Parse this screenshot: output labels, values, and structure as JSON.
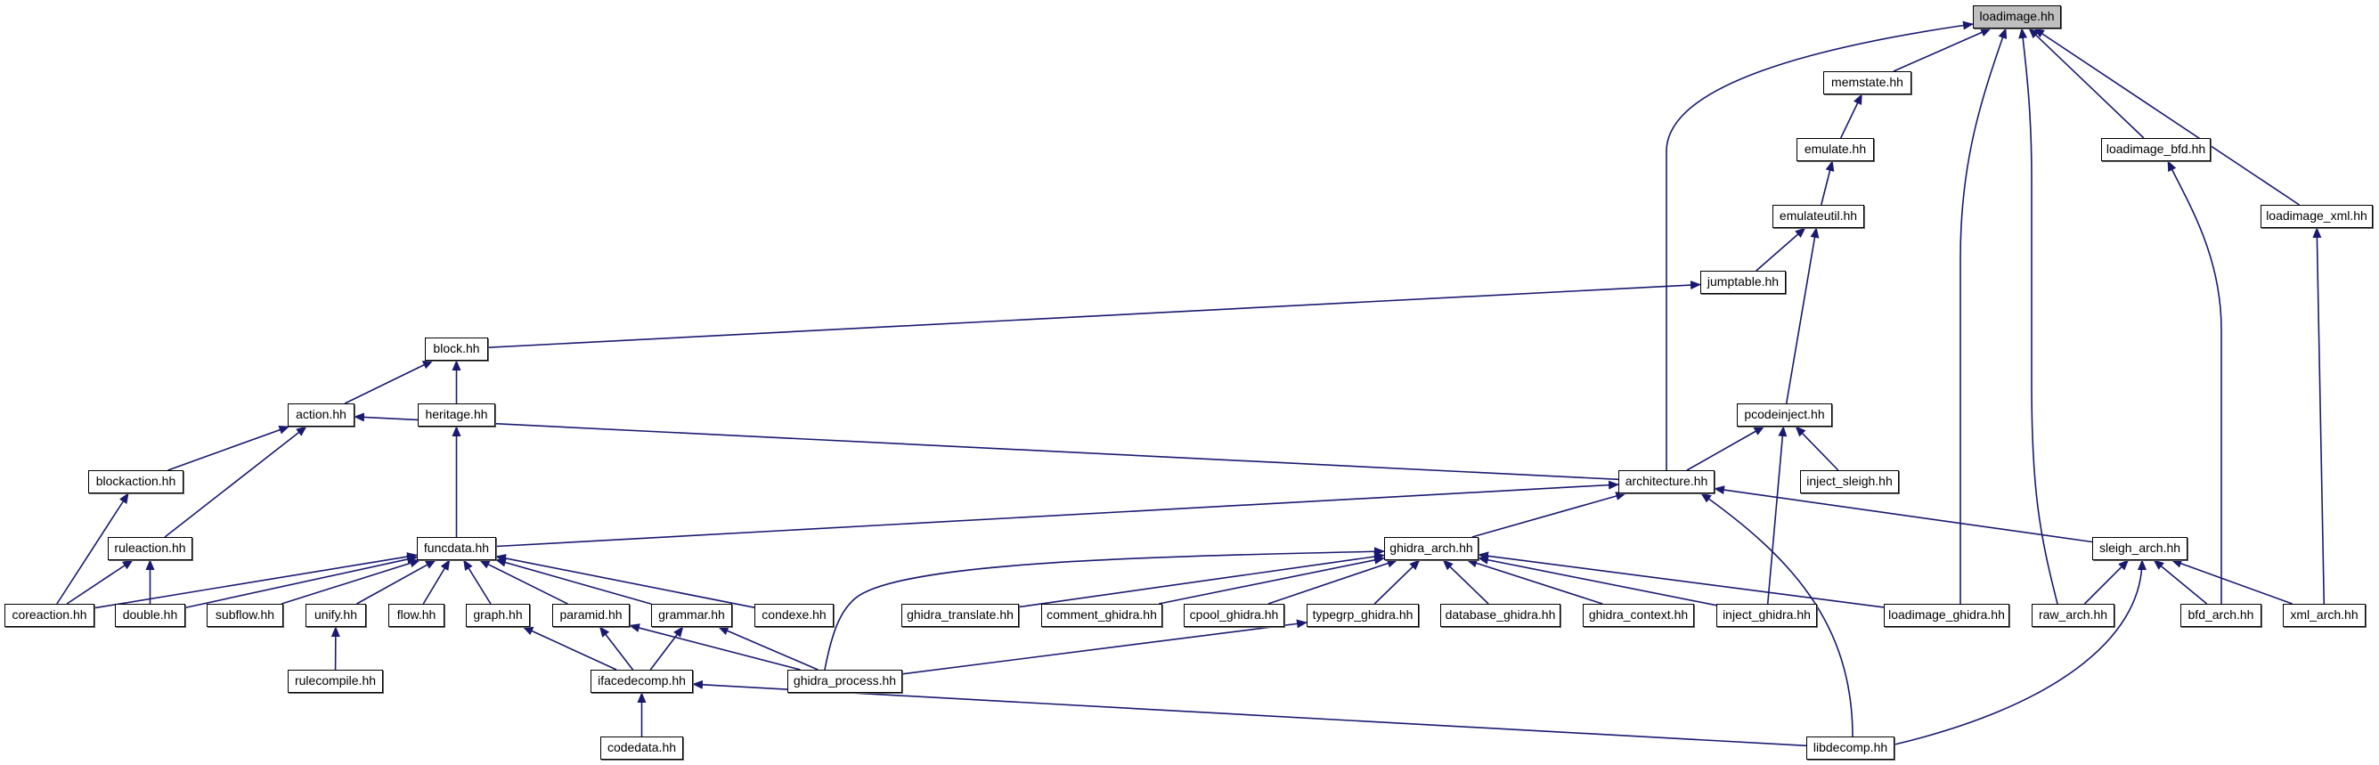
{
  "colors": {
    "edge": "#191970",
    "root_fill": "#bfbfbf",
    "node_fill": "#ffffff",
    "node_border": "#000000"
  },
  "nodes": [
    {
      "id": "loadimage",
      "label": "loadimage.hh",
      "root": true
    },
    {
      "id": "memstate",
      "label": "memstate.hh"
    },
    {
      "id": "emulate",
      "label": "emulate.hh"
    },
    {
      "id": "emulateutil",
      "label": "emulateutil.hh"
    },
    {
      "id": "jumptable",
      "label": "jumptable.hh"
    },
    {
      "id": "loadimage_bfd",
      "label": "loadimage_bfd.hh"
    },
    {
      "id": "loadimage_xml",
      "label": "loadimage_xml.hh"
    },
    {
      "id": "block",
      "label": "block.hh"
    },
    {
      "id": "action",
      "label": "action.hh"
    },
    {
      "id": "heritage",
      "label": "heritage.hh"
    },
    {
      "id": "pcodeinject",
      "label": "pcodeinject.hh"
    },
    {
      "id": "blockaction",
      "label": "blockaction.hh"
    },
    {
      "id": "architecture",
      "label": "architecture.hh"
    },
    {
      "id": "inject_sleigh",
      "label": "inject_sleigh.hh"
    },
    {
      "id": "ruleaction",
      "label": "ruleaction.hh"
    },
    {
      "id": "funcdata",
      "label": "funcdata.hh"
    },
    {
      "id": "ghidra_arch",
      "label": "ghidra_arch.hh"
    },
    {
      "id": "sleigh_arch",
      "label": "sleigh_arch.hh"
    },
    {
      "id": "coreaction",
      "label": "coreaction.hh"
    },
    {
      "id": "double",
      "label": "double.hh"
    },
    {
      "id": "subflow",
      "label": "subflow.hh"
    },
    {
      "id": "unify",
      "label": "unify.hh"
    },
    {
      "id": "flow",
      "label": "flow.hh"
    },
    {
      "id": "graph",
      "label": "graph.hh"
    },
    {
      "id": "paramid",
      "label": "paramid.hh"
    },
    {
      "id": "grammar",
      "label": "grammar.hh"
    },
    {
      "id": "condexe",
      "label": "condexe.hh"
    },
    {
      "id": "ghidra_translate",
      "label": "ghidra_translate.hh"
    },
    {
      "id": "comment_ghidra",
      "label": "comment_ghidra.hh"
    },
    {
      "id": "cpool_ghidra",
      "label": "cpool_ghidra.hh"
    },
    {
      "id": "typegrp_ghidra",
      "label": "typegrp_ghidra.hh"
    },
    {
      "id": "database_ghidra",
      "label": "database_ghidra.hh"
    },
    {
      "id": "ghidra_context",
      "label": "ghidra_context.hh"
    },
    {
      "id": "inject_ghidra",
      "label": "inject_ghidra.hh"
    },
    {
      "id": "loadimage_ghidra",
      "label": "loadimage_ghidra.hh"
    },
    {
      "id": "raw_arch",
      "label": "raw_arch.hh"
    },
    {
      "id": "bfd_arch",
      "label": "bfd_arch.hh"
    },
    {
      "id": "xml_arch",
      "label": "xml_arch.hh"
    },
    {
      "id": "rulecompile",
      "label": "rulecompile.hh"
    },
    {
      "id": "ifacedecomp",
      "label": "ifacedecomp.hh"
    },
    {
      "id": "ghidra_process",
      "label": "ghidra_process.hh"
    },
    {
      "id": "codedata",
      "label": "codedata.hh"
    },
    {
      "id": "libdecomp",
      "label": "libdecomp.hh"
    }
  ],
  "edges": [
    [
      "memstate",
      "loadimage"
    ],
    [
      "architecture",
      "loadimage"
    ],
    [
      "loadimage_ghidra",
      "loadimage"
    ],
    [
      "raw_arch",
      "loadimage"
    ],
    [
      "loadimage_bfd",
      "loadimage"
    ],
    [
      "loadimage_xml",
      "loadimage"
    ],
    [
      "emulate",
      "memstate"
    ],
    [
      "emulateutil",
      "emulate"
    ],
    [
      "jumptable",
      "emulateutil"
    ],
    [
      "pcodeinject",
      "emulateutil"
    ],
    [
      "block",
      "jumptable"
    ],
    [
      "action",
      "block"
    ],
    [
      "heritage",
      "block"
    ],
    [
      "blockaction",
      "action"
    ],
    [
      "ruleaction",
      "action"
    ],
    [
      "architecture",
      "action"
    ],
    [
      "funcdata",
      "heritage"
    ],
    [
      "coreaction",
      "blockaction"
    ],
    [
      "coreaction",
      "ruleaction"
    ],
    [
      "double",
      "ruleaction"
    ],
    [
      "architecture",
      "pcodeinject"
    ],
    [
      "inject_sleigh",
      "pcodeinject"
    ],
    [
      "inject_ghidra",
      "pcodeinject"
    ],
    [
      "funcdata",
      "architecture"
    ],
    [
      "ghidra_arch",
      "architecture"
    ],
    [
      "sleigh_arch",
      "architecture"
    ],
    [
      "libdecomp",
      "architecture"
    ],
    [
      "coreaction",
      "funcdata"
    ],
    [
      "double",
      "funcdata"
    ],
    [
      "subflow",
      "funcdata"
    ],
    [
      "unify",
      "funcdata"
    ],
    [
      "flow",
      "funcdata"
    ],
    [
      "graph",
      "funcdata"
    ],
    [
      "paramid",
      "funcdata"
    ],
    [
      "grammar",
      "funcdata"
    ],
    [
      "condexe",
      "funcdata"
    ],
    [
      "rulecompile",
      "unify"
    ],
    [
      "ifacedecomp",
      "graph"
    ],
    [
      "ifacedecomp",
      "paramid"
    ],
    [
      "ghidra_process",
      "paramid"
    ],
    [
      "ifacedecomp",
      "grammar"
    ],
    [
      "ghidra_process",
      "grammar"
    ],
    [
      "ghidra_process",
      "ghidra_arch"
    ],
    [
      "ghidra_translate",
      "ghidra_arch"
    ],
    [
      "comment_ghidra",
      "ghidra_arch"
    ],
    [
      "cpool_ghidra",
      "ghidra_arch"
    ],
    [
      "typegrp_ghidra",
      "ghidra_arch"
    ],
    [
      "database_ghidra",
      "ghidra_arch"
    ],
    [
      "ghidra_context",
      "ghidra_arch"
    ],
    [
      "inject_ghidra",
      "ghidra_arch"
    ],
    [
      "loadimage_ghidra",
      "ghidra_arch"
    ],
    [
      "ghidra_process",
      "typegrp_ghidra"
    ],
    [
      "codedata",
      "ifacedecomp"
    ],
    [
      "libdecomp",
      "ifacedecomp"
    ],
    [
      "raw_arch",
      "sleigh_arch"
    ],
    [
      "bfd_arch",
      "sleigh_arch"
    ],
    [
      "xml_arch",
      "sleigh_arch"
    ],
    [
      "libdecomp",
      "sleigh_arch"
    ],
    [
      "bfd_arch",
      "loadimage_bfd"
    ],
    [
      "xml_arch",
      "loadimage_xml"
    ]
  ]
}
